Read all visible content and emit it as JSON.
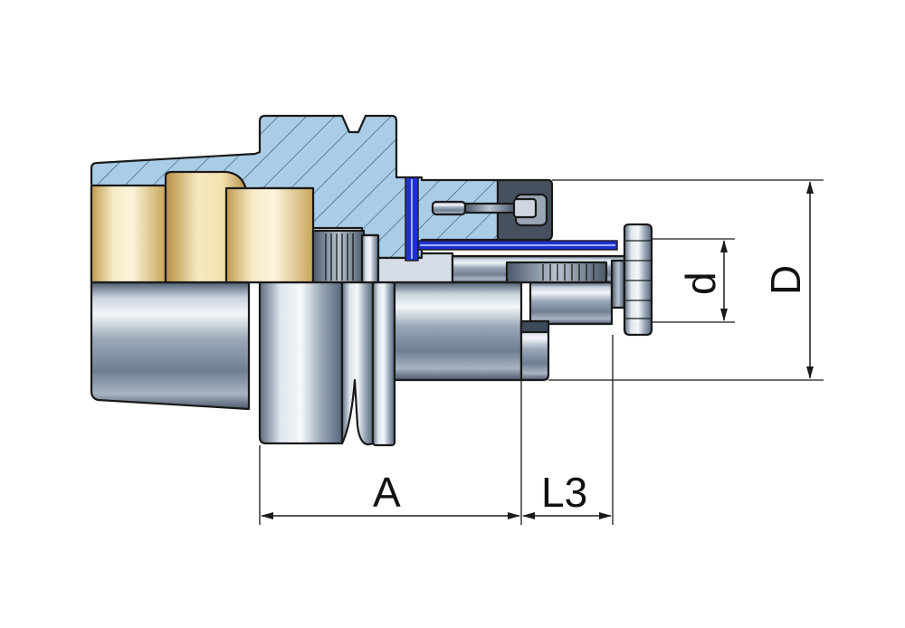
{
  "dimensions": {
    "A": "A",
    "L3": "L3",
    "d": "d",
    "D": "D"
  },
  "colors": {
    "section_fill": "#a9cde6",
    "hatch": "#3a5b78",
    "brass_light": "#f5e6b8",
    "brass_dark": "#c9a55a",
    "steel_light": "#e8edf3",
    "steel_dark": "#5c6c80",
    "coolant_blue": "#2030d0",
    "outline": "#1a1a1a"
  }
}
